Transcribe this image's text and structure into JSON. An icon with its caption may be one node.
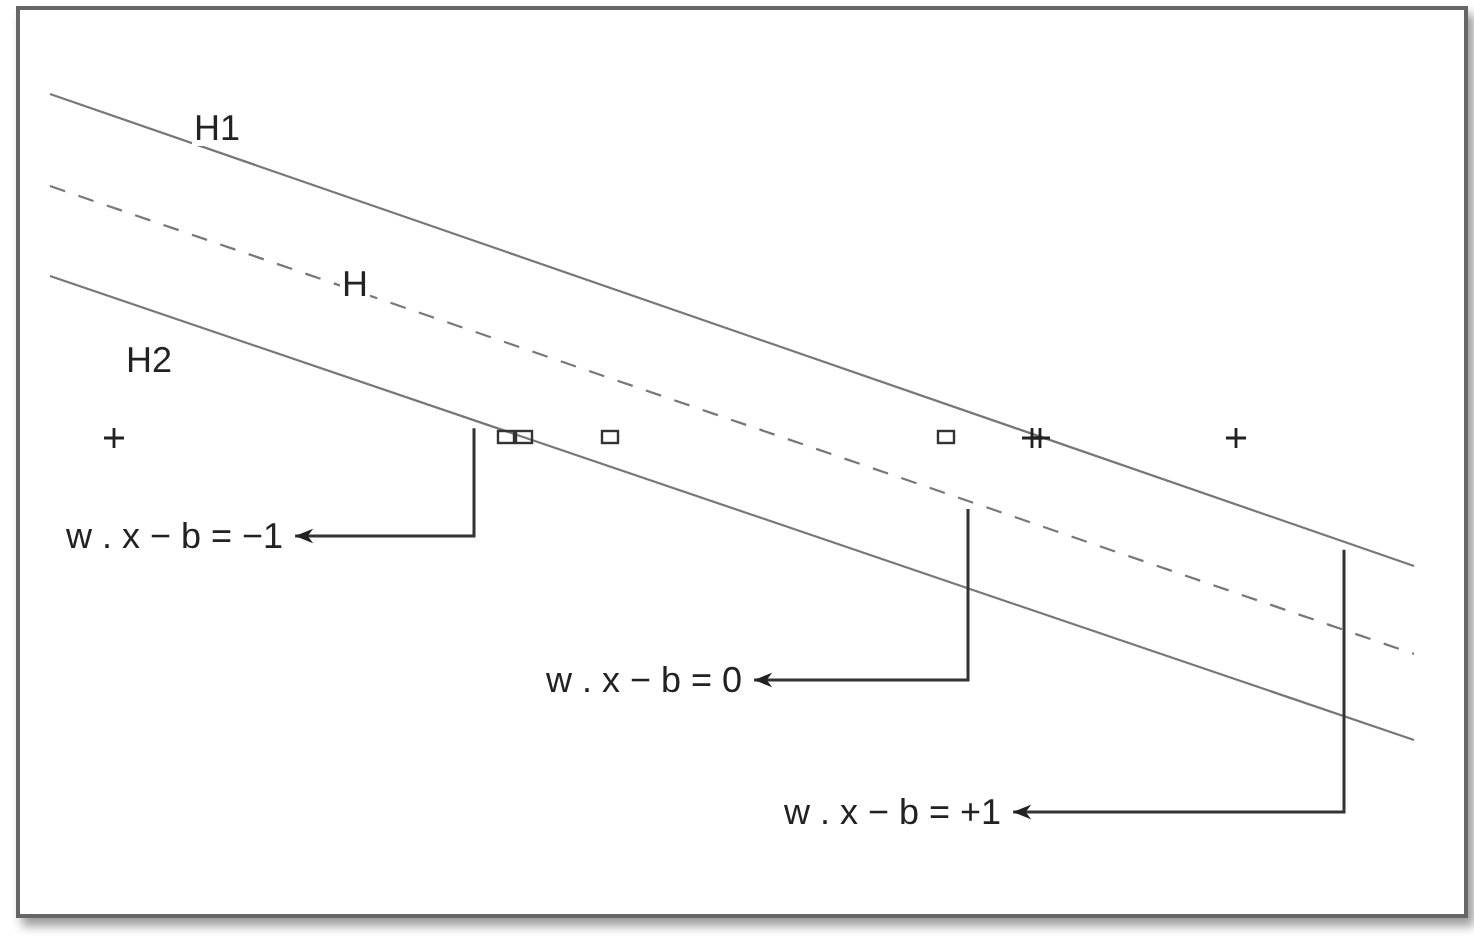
{
  "diagram": {
    "nodes": [
      {
        "text": [
          "w . x − b = −1"
        ]
      },
      {
        "text": [
          "w . x − b = 0"
        ]
      },
      {
        "text": [
          "w . x − b = +1"
        ]
      }
    ],
    "edges": [
      {
        "from": null,
        "to": 0,
        "arrow": "to"
      },
      {
        "from": null,
        "to": 1,
        "arrow": "to"
      },
      {
        "from": null,
        "to": 2,
        "arrow": "to"
      }
    ],
    "labels": [
      "H1",
      "H",
      "H2"
    ]
  }
}
